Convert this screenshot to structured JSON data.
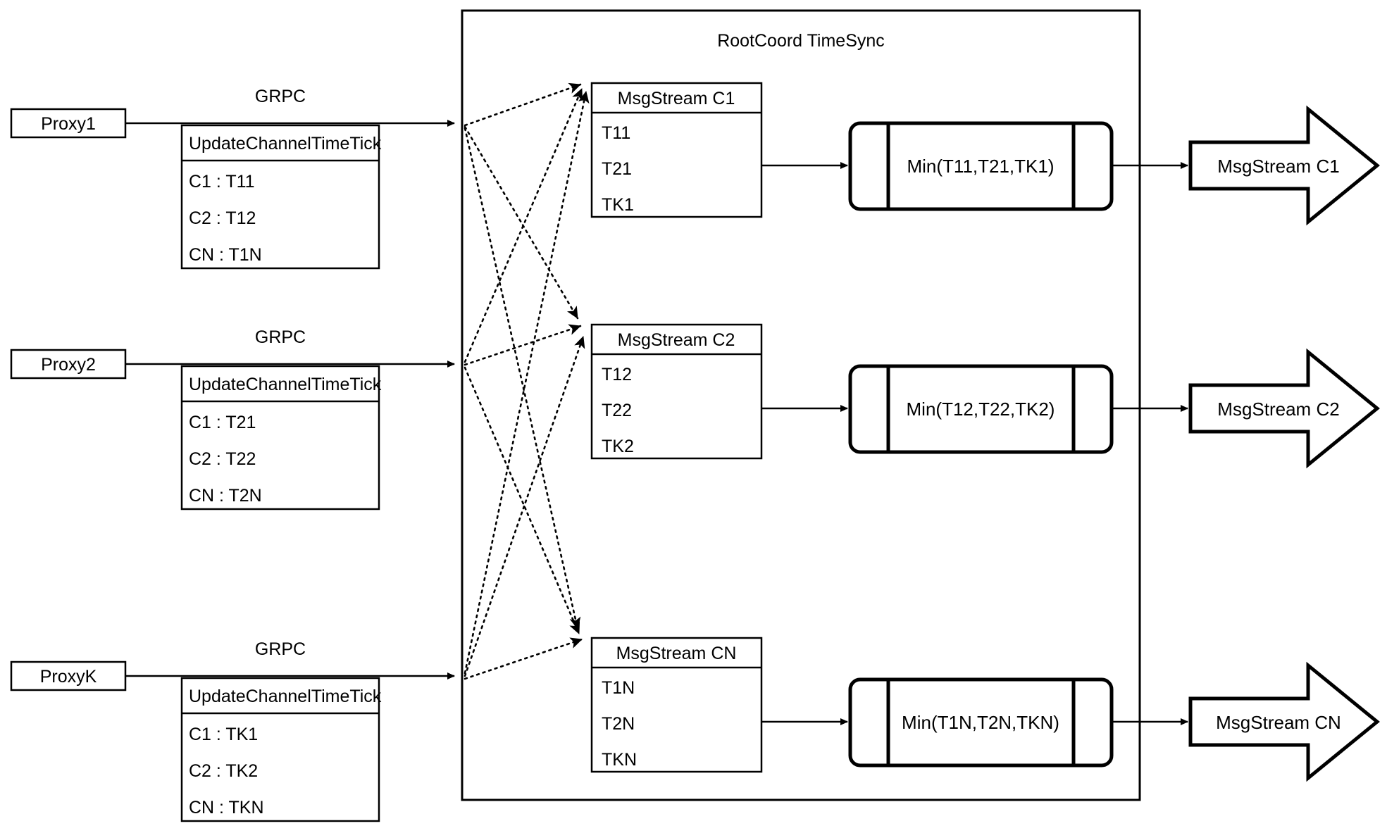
{
  "diagram": {
    "container_title": "RootCoord TimeSync",
    "colors": {
      "stroke": "#000000",
      "fill": "#ffffff",
      "text": "#000000"
    }
  },
  "proxies": [
    {
      "name": "Proxy1",
      "link_label": "GRPC",
      "rpc_title": "UpdateChannelTimeTick",
      "rows": [
        "C1 :  T11",
        "C2 :  T12",
        "CN : T1N"
      ]
    },
    {
      "name": "Proxy2",
      "link_label": "GRPC",
      "rpc_title": "UpdateChannelTimeTick",
      "rows": [
        "C1 :  T21",
        "C2 :  T22",
        "CN : T2N"
      ]
    },
    {
      "name": "ProxyK",
      "link_label": "GRPC",
      "rpc_title": "UpdateChannelTimeTick",
      "rows": [
        "C1 :  TK1",
        "C2 :  TK2",
        "CN : TKN"
      ]
    }
  ],
  "channels": [
    {
      "stream_title": "MsgStream C1",
      "ticks": [
        "T11",
        "T21",
        "TK1"
      ],
      "min_label": "Min(T11,T21,TK1)",
      "output_label": "MsgStream C1"
    },
    {
      "stream_title": "MsgStream C2",
      "ticks": [
        "T12",
        "T22",
        "TK2"
      ],
      "min_label": "Min(T12,T22,TK2)",
      "output_label": "MsgStream C2"
    },
    {
      "stream_title": "MsgStream CN",
      "ticks": [
        "T1N",
        "T2N",
        "TKN"
      ],
      "min_label": "Min(T1N,T2N,TKN)",
      "output_label": "MsgStream CN"
    }
  ]
}
